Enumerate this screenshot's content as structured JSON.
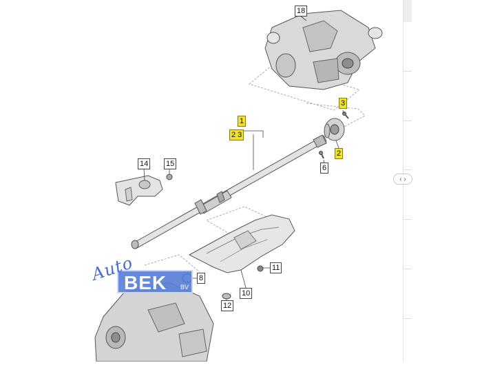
{
  "diagram": {
    "callouts": [
      {
        "id": "c1",
        "label": "1",
        "highlight": true
      },
      {
        "id": "c2",
        "label": "2",
        "highlight": true
      },
      {
        "id": "c23",
        "label": "2 3",
        "highlight": true
      },
      {
        "id": "c3",
        "label": "3",
        "highlight": true
      },
      {
        "id": "c6",
        "label": "6",
        "highlight": false
      },
      {
        "id": "c8",
        "label": "8",
        "highlight": false
      },
      {
        "id": "c10",
        "label": "10",
        "highlight": false
      },
      {
        "id": "c11",
        "label": "11",
        "highlight": false
      },
      {
        "id": "c12",
        "label": "12",
        "highlight": false
      },
      {
        "id": "c14",
        "label": "14",
        "highlight": false
      },
      {
        "id": "c15",
        "label": "15",
        "highlight": false
      },
      {
        "id": "c18",
        "label": "18",
        "highlight": false
      }
    ],
    "highlight_color": "#f1e12a"
  },
  "watermark": {
    "script": "Auto",
    "brand": "BEK",
    "suffix": "BV",
    "color": "#5a7fd6"
  },
  "nav": {
    "toggle_label": "‹ ›"
  }
}
